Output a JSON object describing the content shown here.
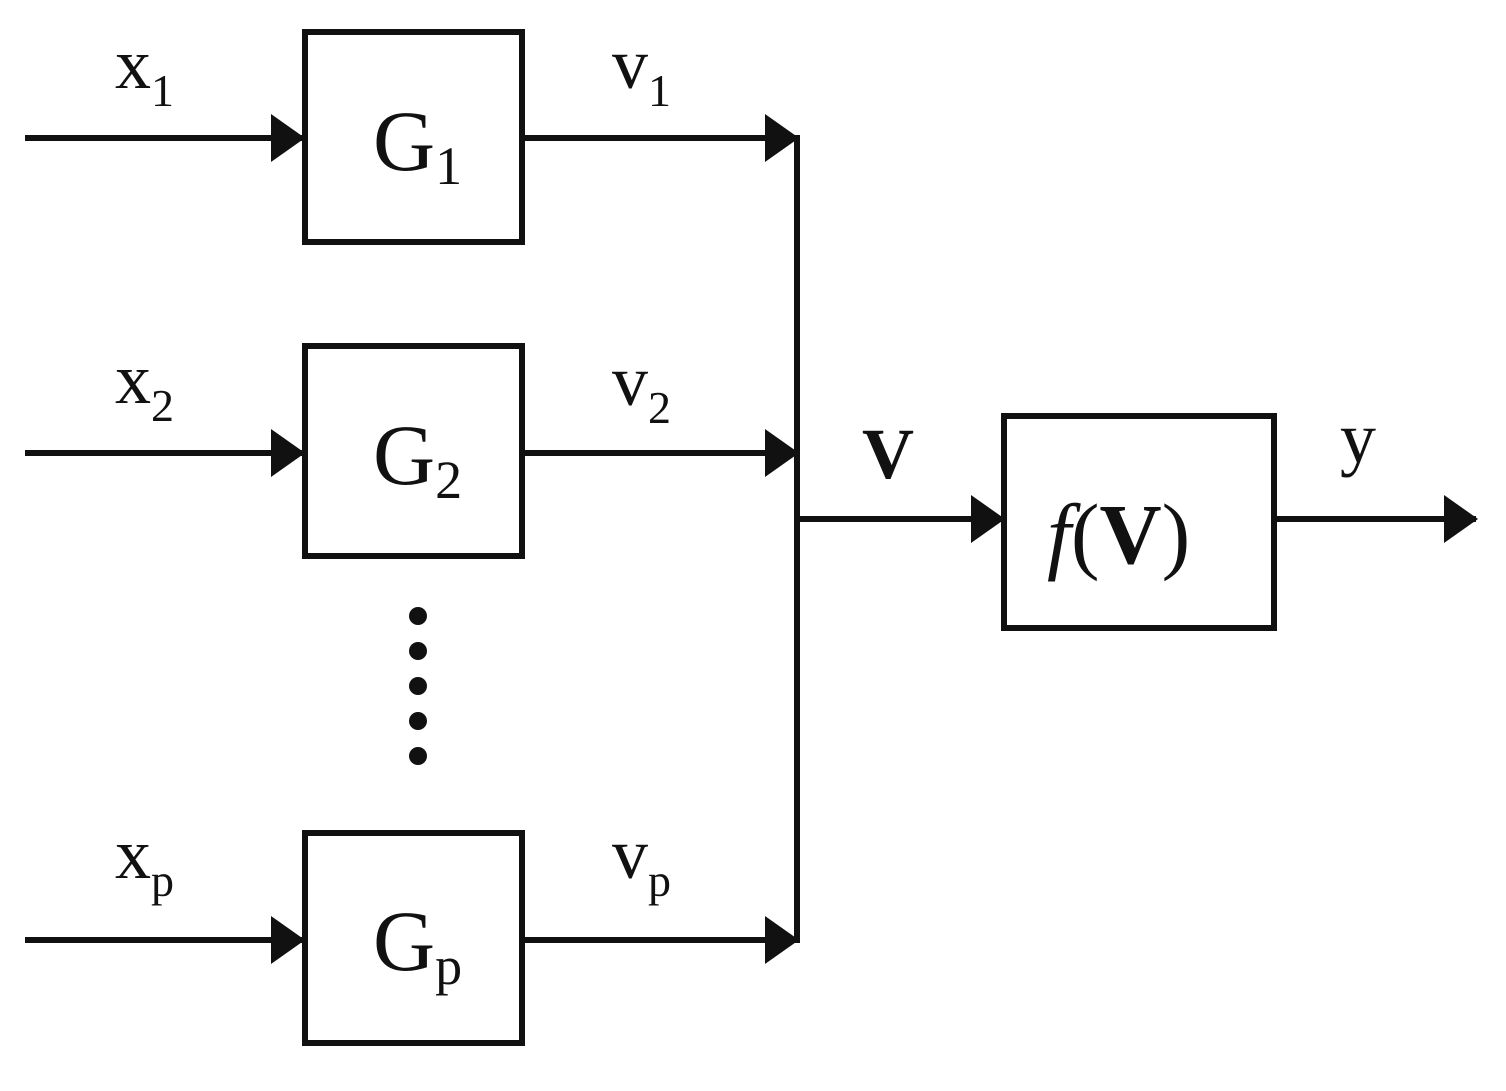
{
  "diagram": {
    "inputs": [
      {
        "base": "x",
        "sub": "1"
      },
      {
        "base": "x",
        "sub": "2"
      },
      {
        "base": "x",
        "sub": "p"
      }
    ],
    "blocks": [
      {
        "base": "G",
        "sub": "1"
      },
      {
        "base": "G",
        "sub": "2"
      },
      {
        "base": "G",
        "sub": "p"
      }
    ],
    "outputs": [
      {
        "base": "v",
        "sub": "1"
      },
      {
        "base": "v",
        "sub": "2"
      },
      {
        "base": "v",
        "sub": "p"
      }
    ],
    "combined": "V",
    "function_block": {
      "func": "f",
      "open": "(",
      "arg": "V",
      "close": ")"
    },
    "final_output": "y",
    "ellipsis_dots": 5
  }
}
